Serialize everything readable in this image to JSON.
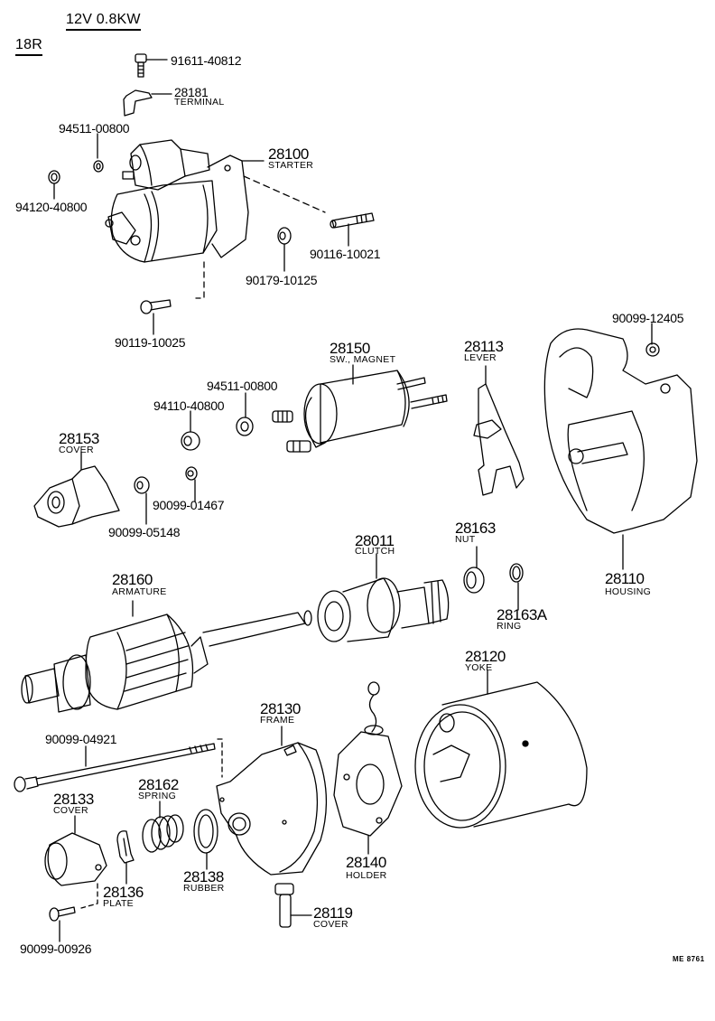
{
  "header": {
    "spec": "12V 0.8KW",
    "model": "18R"
  },
  "figure_code": "ME 8761",
  "parts": {
    "p91611_40812": {
      "number": "91611-40812",
      "name": ""
    },
    "p28181": {
      "number": "28181",
      "name": "TERMINAL"
    },
    "p94511_00800_a": {
      "number": "94511-00800",
      "name": ""
    },
    "p28100": {
      "number": "28100",
      "name": "STARTER"
    },
    "p94120_40800": {
      "number": "94120-40800",
      "name": ""
    },
    "p90116_10021": {
      "number": "90116-10021",
      "name": ""
    },
    "p90179_10125": {
      "number": "90179-10125",
      "name": ""
    },
    "p90119_10025": {
      "number": "90119-10025",
      "name": ""
    },
    "p90099_12405": {
      "number": "90099-12405",
      "name": ""
    },
    "p28150": {
      "number": "28150",
      "name": "SW., MAGNET"
    },
    "p28113": {
      "number": "28113",
      "name": "LEVER"
    },
    "p94511_00800_b": {
      "number": "94511-00800",
      "name": ""
    },
    "p94110_40800": {
      "number": "94110-40800",
      "name": ""
    },
    "p28153": {
      "number": "28153",
      "name": "COVER"
    },
    "p90099_01467": {
      "number": "90099-01467",
      "name": ""
    },
    "p90099_05148": {
      "number": "90099-05148",
      "name": ""
    },
    "p28011": {
      "number": "28011",
      "name": "CLUTCH"
    },
    "p28163": {
      "number": "28163",
      "name": "NUT"
    },
    "p28160": {
      "number": "28160",
      "name": "ARMATURE"
    },
    "p28163A": {
      "number": "28163A",
      "name": "RING"
    },
    "p28110": {
      "number": "28110",
      "name": "HOUSING"
    },
    "p28120": {
      "number": "28120",
      "name": "YOKE"
    },
    "p28130": {
      "number": "28130",
      "name": "FRAME"
    },
    "p90099_04921": {
      "number": "90099-04921",
      "name": ""
    },
    "p28162": {
      "number": "28162",
      "name": "SPRING"
    },
    "p28133": {
      "number": "28133",
      "name": "COVER"
    },
    "p28138": {
      "number": "28138",
      "name": "RUBBER"
    },
    "p28140": {
      "number": "28140",
      "name": "HOLDER"
    },
    "p28136": {
      "number": "28136",
      "name": "PLATE"
    },
    "p28119": {
      "number": "28119",
      "name": "COVER"
    },
    "p90099_00926": {
      "number": "90099-00926",
      "name": ""
    }
  }
}
